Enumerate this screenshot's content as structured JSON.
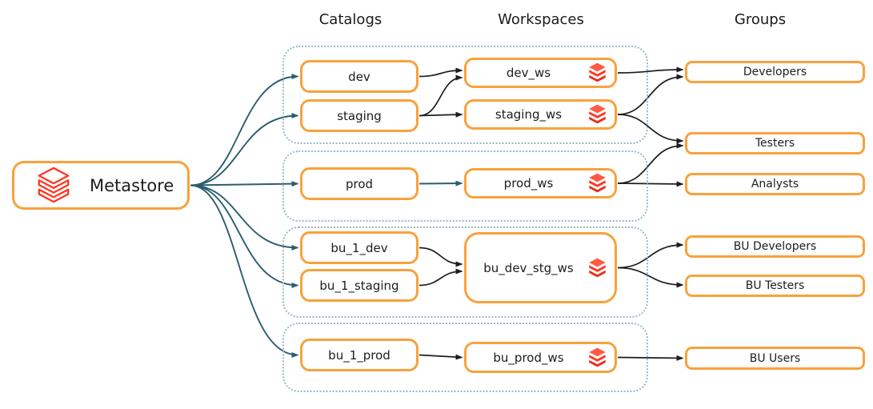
{
  "headers": {
    "catalogs": "Catalogs",
    "workspaces": "Workspaces",
    "groups": "Groups"
  },
  "metastore": {
    "label": "Metastore",
    "icon": "databricks-outline-icon"
  },
  "catalogs": [
    {
      "id": "dev",
      "label": "dev"
    },
    {
      "id": "staging",
      "label": "staging"
    },
    {
      "id": "prod",
      "label": "prod"
    },
    {
      "id": "bu_1_dev",
      "label": "bu_1_dev"
    },
    {
      "id": "bu_1_staging",
      "label": "bu_1_staging"
    },
    {
      "id": "bu_1_prod",
      "label": "bu_1_prod"
    }
  ],
  "workspaces": [
    {
      "id": "dev_ws",
      "label": "dev_ws",
      "icon": "databricks-icon"
    },
    {
      "id": "staging_ws",
      "label": "staging_ws",
      "icon": "databricks-icon"
    },
    {
      "id": "prod_ws",
      "label": "prod_ws",
      "icon": "databricks-icon"
    },
    {
      "id": "bu_dev_stg_ws",
      "label": "bu_dev_stg_ws",
      "icon": "databricks-icon"
    },
    {
      "id": "bu_prod_ws",
      "label": "bu_prod_ws",
      "icon": "databricks-icon"
    }
  ],
  "groups": [
    {
      "id": "developers",
      "label": "Developers"
    },
    {
      "id": "testers",
      "label": "Testers"
    },
    {
      "id": "analysts",
      "label": "Analysts"
    },
    {
      "id": "bu_developers",
      "label": "BU Developers"
    },
    {
      "id": "bu_testers",
      "label": "BU Testers"
    },
    {
      "id": "bu_users",
      "label": "BU Users"
    }
  ],
  "edges": {
    "metastore_to_catalogs": [
      "dev",
      "staging",
      "prod",
      "bu_1_dev",
      "bu_1_staging",
      "bu_1_prod"
    ],
    "catalog_to_workspace": [
      {
        "from": "dev",
        "to": "dev_ws"
      },
      {
        "from": "staging",
        "to": "dev_ws"
      },
      {
        "from": "staging",
        "to": "staging_ws"
      },
      {
        "from": "prod",
        "to": "prod_ws",
        "color": "teal"
      },
      {
        "from": "bu_1_dev",
        "to": "bu_dev_stg_ws"
      },
      {
        "from": "bu_1_staging",
        "to": "bu_dev_stg_ws"
      },
      {
        "from": "bu_1_prod",
        "to": "bu_prod_ws"
      }
    ],
    "workspace_to_group": [
      {
        "from": "dev_ws",
        "to": "developers"
      },
      {
        "from": "staging_ws",
        "to": "developers"
      },
      {
        "from": "staging_ws",
        "to": "testers"
      },
      {
        "from": "prod_ws",
        "to": "testers"
      },
      {
        "from": "prod_ws",
        "to": "analysts"
      },
      {
        "from": "bu_dev_stg_ws",
        "to": "bu_developers"
      },
      {
        "from": "bu_dev_stg_ws",
        "to": "bu_testers"
      },
      {
        "from": "bu_prod_ws",
        "to": "bu_users"
      }
    ]
  },
  "colors": {
    "box_border": "#F9A13C",
    "metastore_arrow": "#2B5D6E",
    "flow_arrow": "#1E1E1E",
    "databricks_red": "#FF3621",
    "databricks_red_light": "#FF5B43",
    "databricks_red_dark": "#E2301D",
    "cluster_border": "#9BB8C6",
    "text": "#1D1D1D"
  }
}
